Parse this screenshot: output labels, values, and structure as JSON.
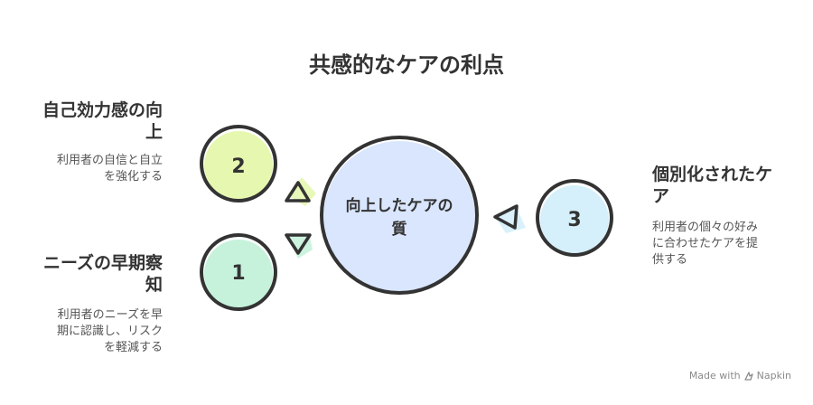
{
  "title": "共感的なケアの利点",
  "center": {
    "label_line1": "向上したケアの",
    "label_line2": "質"
  },
  "nodes": [
    {
      "number": "2",
      "heading_line1": "自己効力感の向",
      "heading_line2": "上",
      "desc_line1": "利用者の自信と自立",
      "desc_line2": "を強化する",
      "fill": "#e6f7b0"
    },
    {
      "number": "1",
      "heading_line1": "ニーズの早期察",
      "heading_line2": "知",
      "desc_line1": "利用者のニーズを早",
      "desc_line2": "期に認識し、リスク",
      "desc_line3": "を軽減する",
      "fill": "#c6f2dc"
    },
    {
      "number": "3",
      "heading_line1": "個別化されたケ",
      "heading_line2": "ア",
      "desc_line1": "利用者の個々の好み",
      "desc_line2": "に合わせたケアを提",
      "desc_line3": "供する",
      "fill": "#d6f0fb"
    }
  ],
  "colors": {
    "center_fill": "#d9e6fd",
    "stroke": "#333333",
    "arrow_splash": "#e6f7b0",
    "arrow_splash_right": "#d6f0fb"
  },
  "watermark": {
    "text": "Made with",
    "brand": "Napkin",
    "icon": "napkin-logo-icon"
  }
}
